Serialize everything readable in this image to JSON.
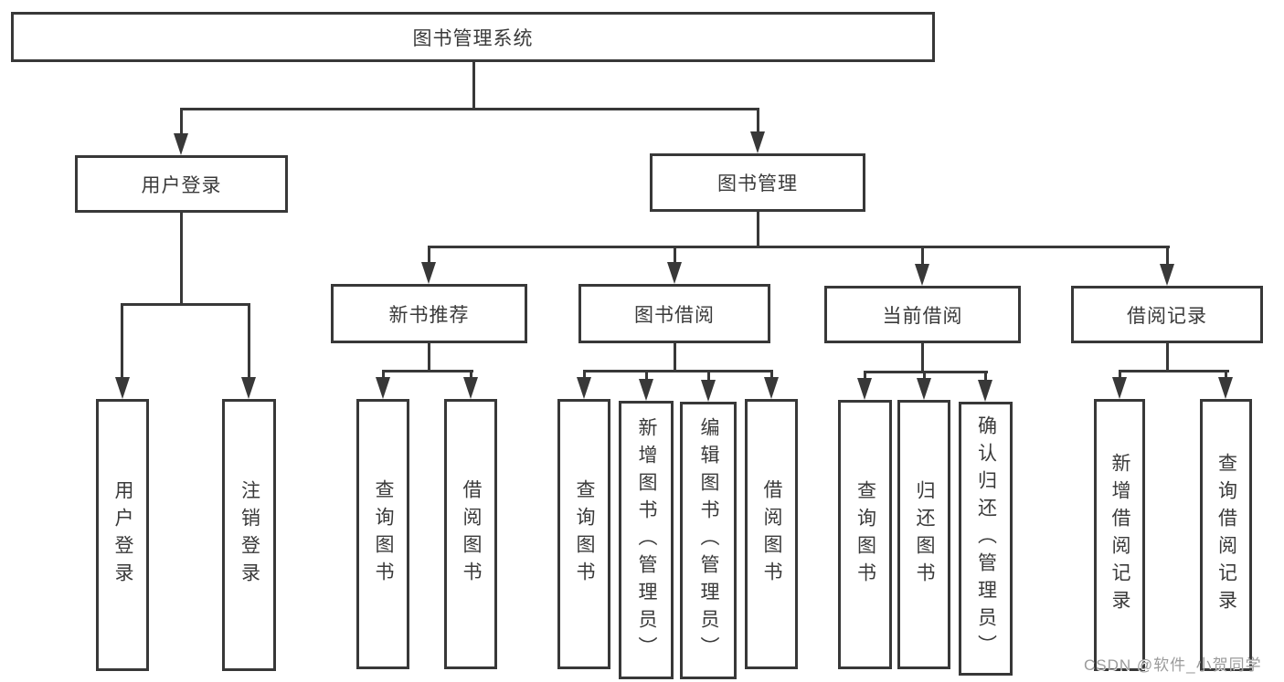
{
  "diagram": {
    "type": "hierarchy-tree",
    "root": {
      "label": "图书管理系统",
      "children": [
        {
          "label": "用户登录",
          "children": [
            {
              "label": "用户登录"
            },
            {
              "label": "注销登录"
            }
          ]
        },
        {
          "label": "图书管理",
          "children": [
            {
              "label": "新书推荐",
              "children": [
                {
                  "label": "查询图书"
                },
                {
                  "label": "借阅图书"
                }
              ]
            },
            {
              "label": "图书借阅",
              "children": [
                {
                  "label": "查询图书"
                },
                {
                  "label": "新增图书（管理员）"
                },
                {
                  "label": "编辑图书（管理员）"
                },
                {
                  "label": "借阅图书"
                }
              ]
            },
            {
              "label": "当前借阅",
              "children": [
                {
                  "label": "查询图书"
                },
                {
                  "label": "归还图书"
                },
                {
                  "label": "确认归还（管理员）"
                }
              ]
            },
            {
              "label": "借阅记录",
              "children": [
                {
                  "label": "新增借阅记录"
                },
                {
                  "label": "查询借阅记录"
                }
              ]
            }
          ]
        }
      ]
    }
  },
  "watermark": {
    "text": "CSDN @软件_小贺同学"
  },
  "colors": {
    "line": "#383838",
    "text": "#3a3a3a",
    "watermark": "#9b9b9b",
    "background": "#ffffff"
  }
}
